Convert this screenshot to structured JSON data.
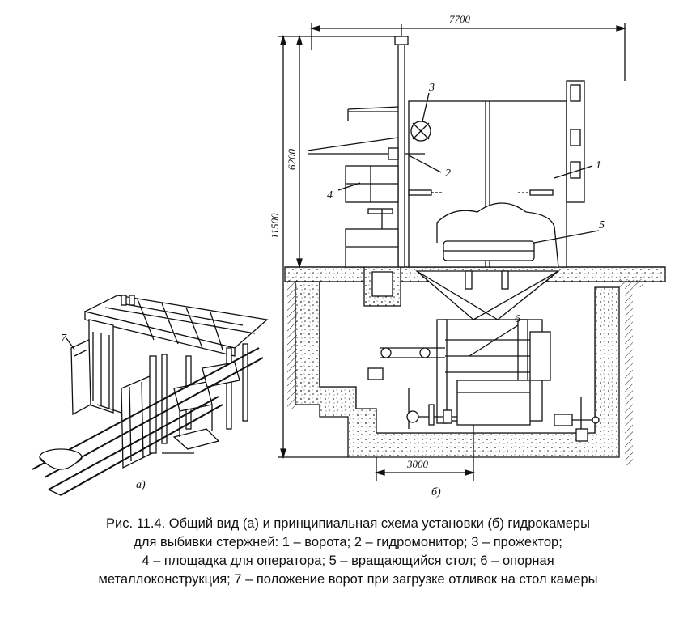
{
  "figure": {
    "dimensions": {
      "width_total": "7700",
      "height_total": "11500",
      "height_upper": "6200",
      "pit_width": "3000"
    },
    "part_labels": [
      "1",
      "2",
      "3",
      "4",
      "5",
      "6",
      "7"
    ],
    "view_labels": {
      "a": "а)",
      "b": "б)"
    }
  },
  "caption": {
    "lines": [
      "Рис. 11.4. Общий вид (а) и принципиальная схема установки (б) гидрокамеры",
      "для выбивки стержней: 1 – ворота; 2 – гидромонитор; 3 – прожектор;",
      "4 – площадка для оператора; 5 – вращающийся стол; 6 – опорная",
      "металлоконструкция; 7 – положение ворот при загрузке отливок на стол камеры"
    ]
  }
}
